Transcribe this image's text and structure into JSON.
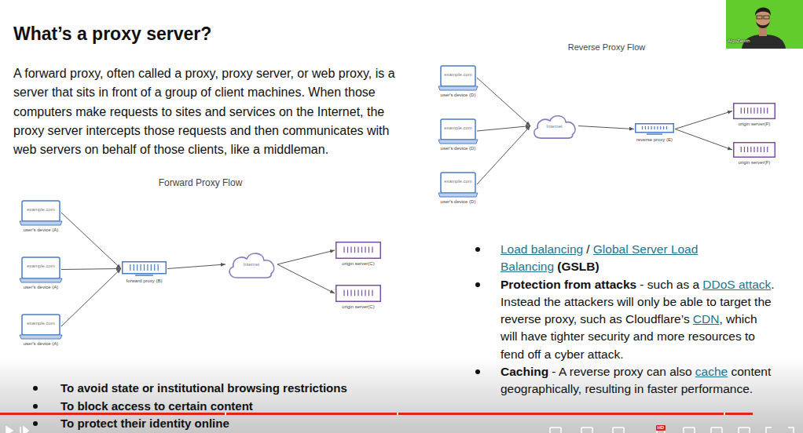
{
  "diagram": {
    "title": "What’s a proxy server?",
    "nodes": [
      {
        "text": [
          "example.com",
          "user's device (A)"
        ]
      },
      {
        "text": [
          "example.com",
          "user's device (A)"
        ]
      },
      {
        "text": [
          "example.com",
          "user's device (A)"
        ]
      },
      {
        "text": [
          "forward proxy (B)"
        ]
      },
      {
        "text": [
          "Internet"
        ]
      },
      {
        "text": [
          "origin server(C)"
        ]
      },
      {
        "text": [
          "origin server(C)"
        ]
      },
      {
        "text": [
          "example.com",
          "user's device (D)"
        ]
      },
      {
        "text": [
          "example.com",
          "user's device (D)"
        ]
      },
      {
        "text": [
          "example.com",
          "user's device (D)"
        ]
      },
      {
        "text": [
          "Internet"
        ]
      },
      {
        "text": [
          "reverse proxy (E)"
        ]
      },
      {
        "text": [
          "origin server(F)"
        ]
      },
      {
        "text": [
          "origin server(F)"
        ]
      }
    ],
    "edges": [
      {
        "from": 0,
        "to": 3,
        "arrow": "to"
      },
      {
        "from": 1,
        "to": 3,
        "arrow": "to"
      },
      {
        "from": 2,
        "to": 3,
        "arrow": "to"
      },
      {
        "from": 3,
        "to": 4,
        "arrow": "to"
      },
      {
        "from": 4,
        "to": 5,
        "arrow": "to"
      },
      {
        "from": 4,
        "to": 6,
        "arrow": "to"
      },
      {
        "from": 7,
        "to": 10,
        "arrow": "to"
      },
      {
        "from": 8,
        "to": 10,
        "arrow": "to"
      },
      {
        "from": 9,
        "to": 10,
        "arrow": "to"
      },
      {
        "from": 10,
        "to": 11,
        "arrow": "to"
      },
      {
        "from": 11,
        "to": 12,
        "arrow": "to"
      },
      {
        "from": 11,
        "to": 13,
        "arrow": "to"
      }
    ],
    "labels": [
      "A forward proxy, often called a proxy, proxy server, or web proxy, is a server that sits in front of a group of client machines. When those computers make requests to sites and services on the Internet, the proxy server intercepts those requests and then communicates with web servers on behalf of those clients, like a middleman.",
      "Forward Proxy Flow",
      "Reverse Proxy Flow",
      "To avoid state or institutional browsing restrictions",
      "To block access to certain content",
      "To protect their identity online",
      "Load balancing",
      "/",
      "Global Server Load Balancing",
      "(GSLB)",
      "Protection from attacks",
      "- such as a",
      "DDoS attack",
      ". Instead the attackers will only be able to target the reverse proxy, such as Cloudflare’s",
      "CDN",
      ", which will have tighter security and more resources to fend off a cyber attack.",
      "Caching",
      "- A reverse proxy can also",
      "cache",
      "content geographically, resulting in faster performance.",
      "AlgoZenith",
      "HD"
    ]
  }
}
